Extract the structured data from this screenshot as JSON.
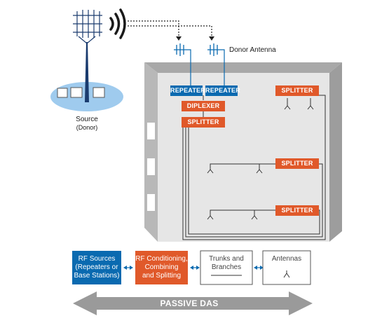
{
  "diagram": {
    "source_label": "Source",
    "source_sublabel": "(Donor)",
    "donor_antenna_label": "Donor Antenna",
    "repeater_1": "REPEATER",
    "repeater_2": "REPEATER",
    "diplexer": "DIPLEXER",
    "splitter_main": "SPLITTER",
    "splitter_top_right": "SPLITTER",
    "splitter_middle": "SPLITTER",
    "splitter_bottom": "SPLITTER"
  },
  "legend": {
    "rf_sources": "RF Sources\n(Repeaters or\nBase Stations)",
    "rf_conditioning": "RF Conditioning,\nCombining\nand Splitting",
    "trunks": "Trunks and\nBranches",
    "antennas": "Antennas"
  },
  "banner": {
    "label": "PASSIVE DAS"
  },
  "colors": {
    "orange": "#e0592a",
    "blue": "#0a6ab0",
    "building": "#e6e6e6",
    "building_side": "#b5b5b5",
    "arrow_gray": "#9a9a9a"
  }
}
